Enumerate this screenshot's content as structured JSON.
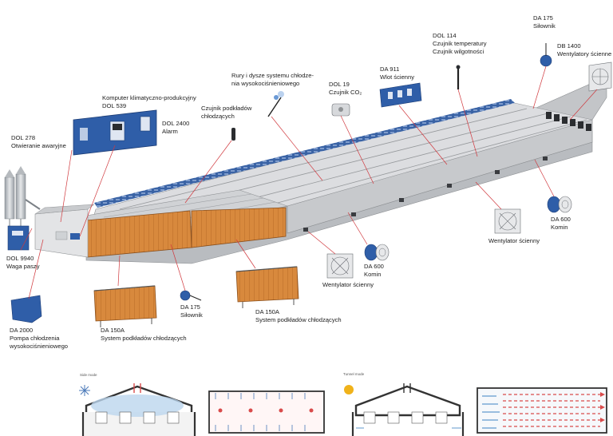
{
  "labels": {
    "dol278": [
      "DOL 278",
      "Otwieranie awaryjne"
    ],
    "computer": [
      "Komputer klimatyczno-produkcyjny",
      "DOL 539"
    ],
    "dol2400": [
      "DOL 2400",
      "Alarm"
    ],
    "sensorPads": [
      "Czujnik podkładów",
      "chłodzących"
    ],
    "pipes": [
      "Rury i dysze systemu chłodze-",
      "nia wysokociśnieniowego"
    ],
    "dol19": [
      "DOL 19",
      "Czujnik CO₂"
    ],
    "da911": [
      "DA 911",
      "Wlot ścienny"
    ],
    "dol114": [
      "DOL 114",
      "Czujnik temperatury",
      "Czujnik wilgotności"
    ],
    "da175top": [
      "DA 175",
      "Siłownik"
    ],
    "db1400": [
      "DB 1400",
      "Wentylatory ścienne"
    ],
    "da600right": [
      "DA 600",
      "Komin"
    ],
    "wallFanRight": [
      "Wentylator ścienny"
    ],
    "da600mid": [
      "DA 600",
      "Komin"
    ],
    "wallFanMid": [
      "Wentylator ścienny"
    ],
    "dol9940": [
      "DOL 9940",
      "Waga paszy"
    ],
    "da2000": [
      "DA 2000",
      "Pompa chłodzenia",
      "wysokociśnieniowego"
    ],
    "da150aLeft": [
      "DA 150A",
      "System podkładów chłodzących"
    ],
    "da175bottom": [
      "DA 175",
      "Siłownik"
    ],
    "da150aMid": [
      "DA 150A",
      "System podkładów chłodzących"
    ]
  },
  "modes": {
    "side": "Side mode",
    "tunnel": "Tunnel mode"
  },
  "colors": {
    "roof": "#d9dadb",
    "roofStripe": "#8c8e91",
    "wall": "#bfc1c4",
    "wallDark": "#9ea1a5",
    "ridge": "#3a63a5",
    "pad": "#d8893d",
    "padDark": "#a45f22",
    "panelBlue": "#2f5ea8",
    "leader": "#d0373c",
    "airBlue": "#7aa9d6",
    "airRed": "#d94b4b"
  }
}
